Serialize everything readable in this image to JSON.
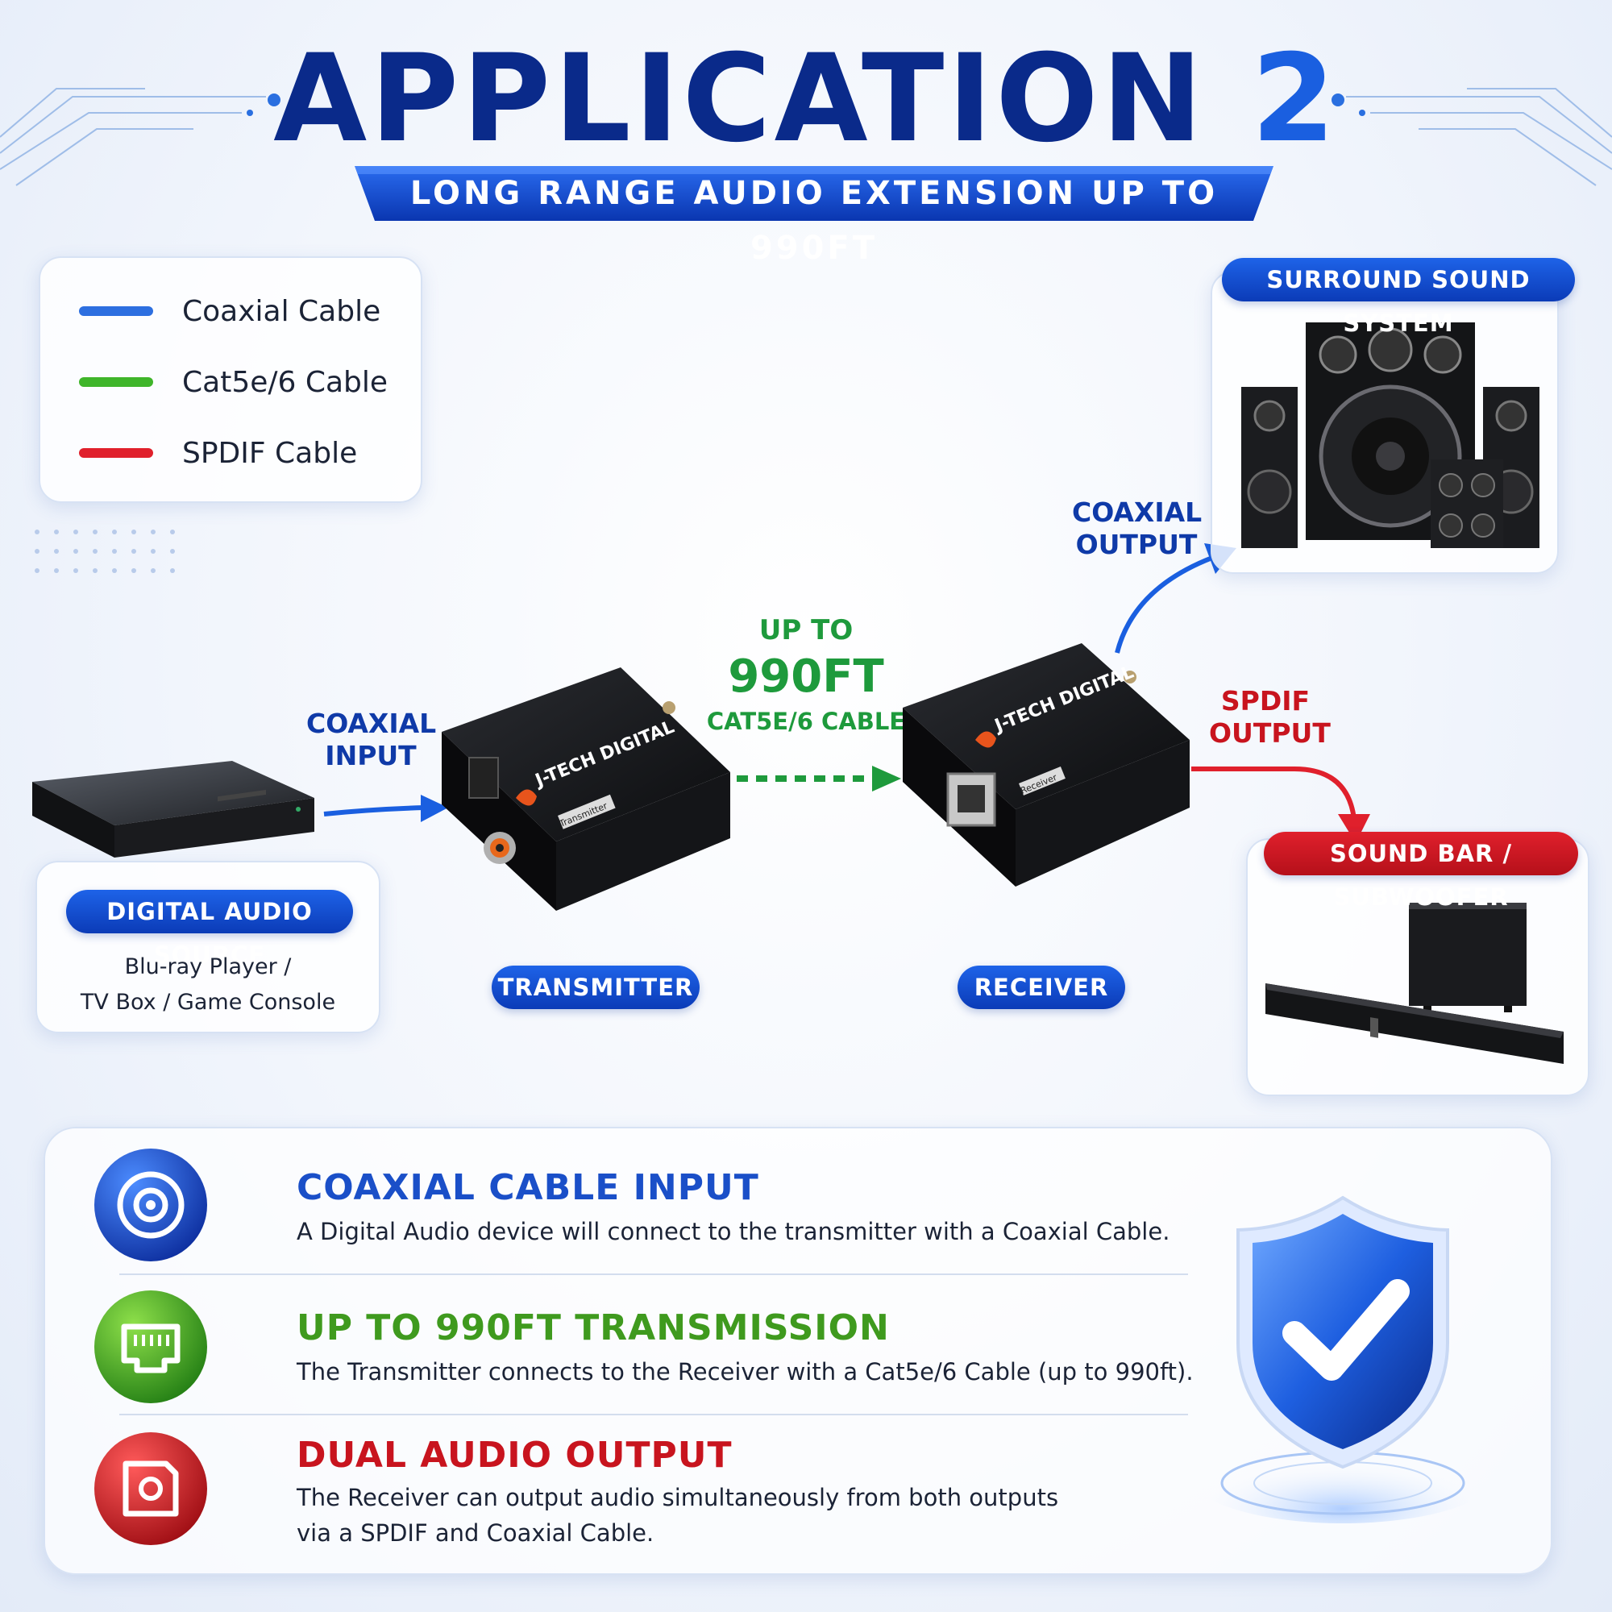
{
  "header": {
    "title": "APPLICATION",
    "title_number": "2",
    "subtitle": "LONG RANGE AUDIO EXTENSION UP TO 990FT"
  },
  "legend": [
    {
      "label": "Coaxial Cable",
      "color": "#2d6fe0"
    },
    {
      "label": "Cat5e/6 Cable",
      "color": "#3fb52a"
    },
    {
      "label": "SPDIF Cable",
      "color": "#e0202c"
    }
  ],
  "source": {
    "badge": "DIGITAL AUDIO SOURCE",
    "line1": "Blu-ray Player /",
    "line2": "TV Box / Game Console"
  },
  "connections": {
    "coax_input_line1": "COAXIAL",
    "coax_input_line2": "INPUT",
    "link_line1": "UP TO",
    "link_distance": "990FT",
    "link_cable": "CAT5E/6 CABLE",
    "coax_output_line1": "COAXIAL",
    "coax_output_line2": "OUTPUT",
    "spdif_output_line1": "SPDIF",
    "spdif_output_line2": "OUTPUT"
  },
  "devices": {
    "transmitter_label": "TRANSMITTER",
    "receiver_label": "RECEIVER",
    "brand": "J-TECH DIGITAL",
    "transmitter_tag": "Transmitter",
    "receiver_tag": "Receiver"
  },
  "outputs": {
    "surround": "SURROUND SOUND SYSTEM",
    "soundbar": "SOUND BAR / SUBWOOFER"
  },
  "features": [
    {
      "title": "COAXIAL CABLE INPUT",
      "desc": "A Digital Audio device will connect to the transmitter with a Coaxial Cable.",
      "color": "#1a4fc8",
      "icon": "coaxial-icon"
    },
    {
      "title": "UP TO 990FT TRANSMISSION",
      "desc": "The Transmitter connects to the Receiver with a Cat5e/6 Cable (up to 990ft).",
      "color": "#3f9a1e",
      "icon": "ethernet-icon"
    },
    {
      "title": "DUAL AUDIO OUTPUT",
      "desc_line1": "The Receiver can output audio simultaneously from both outputs",
      "desc_line2": "via a SPDIF and Coaxial Cable.",
      "color": "#c8141e",
      "icon": "spdif-icon"
    }
  ],
  "colors": {
    "navy": "#0a2a8a",
    "blue": "#1a5fe0",
    "green": "#1e9a3c",
    "red": "#e0202c"
  }
}
